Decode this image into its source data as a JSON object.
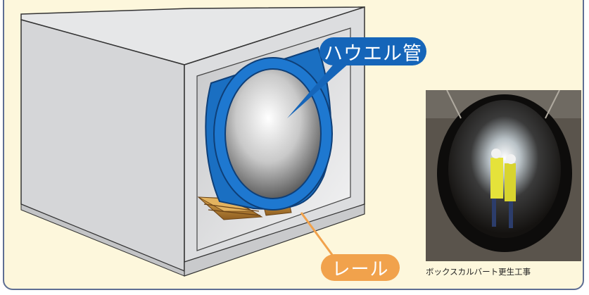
{
  "labels": {
    "pipe_label": "ハウエル管",
    "rail_label": "レール"
  },
  "photo": {
    "caption": "ボックスカルバート更生工事"
  },
  "colors": {
    "background": "#fdf7dc",
    "frame_border": "#5e6e93",
    "pipe_blue": "#1565b9",
    "rail_orange": "#f1a24c",
    "concrete": "#d7d8da"
  }
}
